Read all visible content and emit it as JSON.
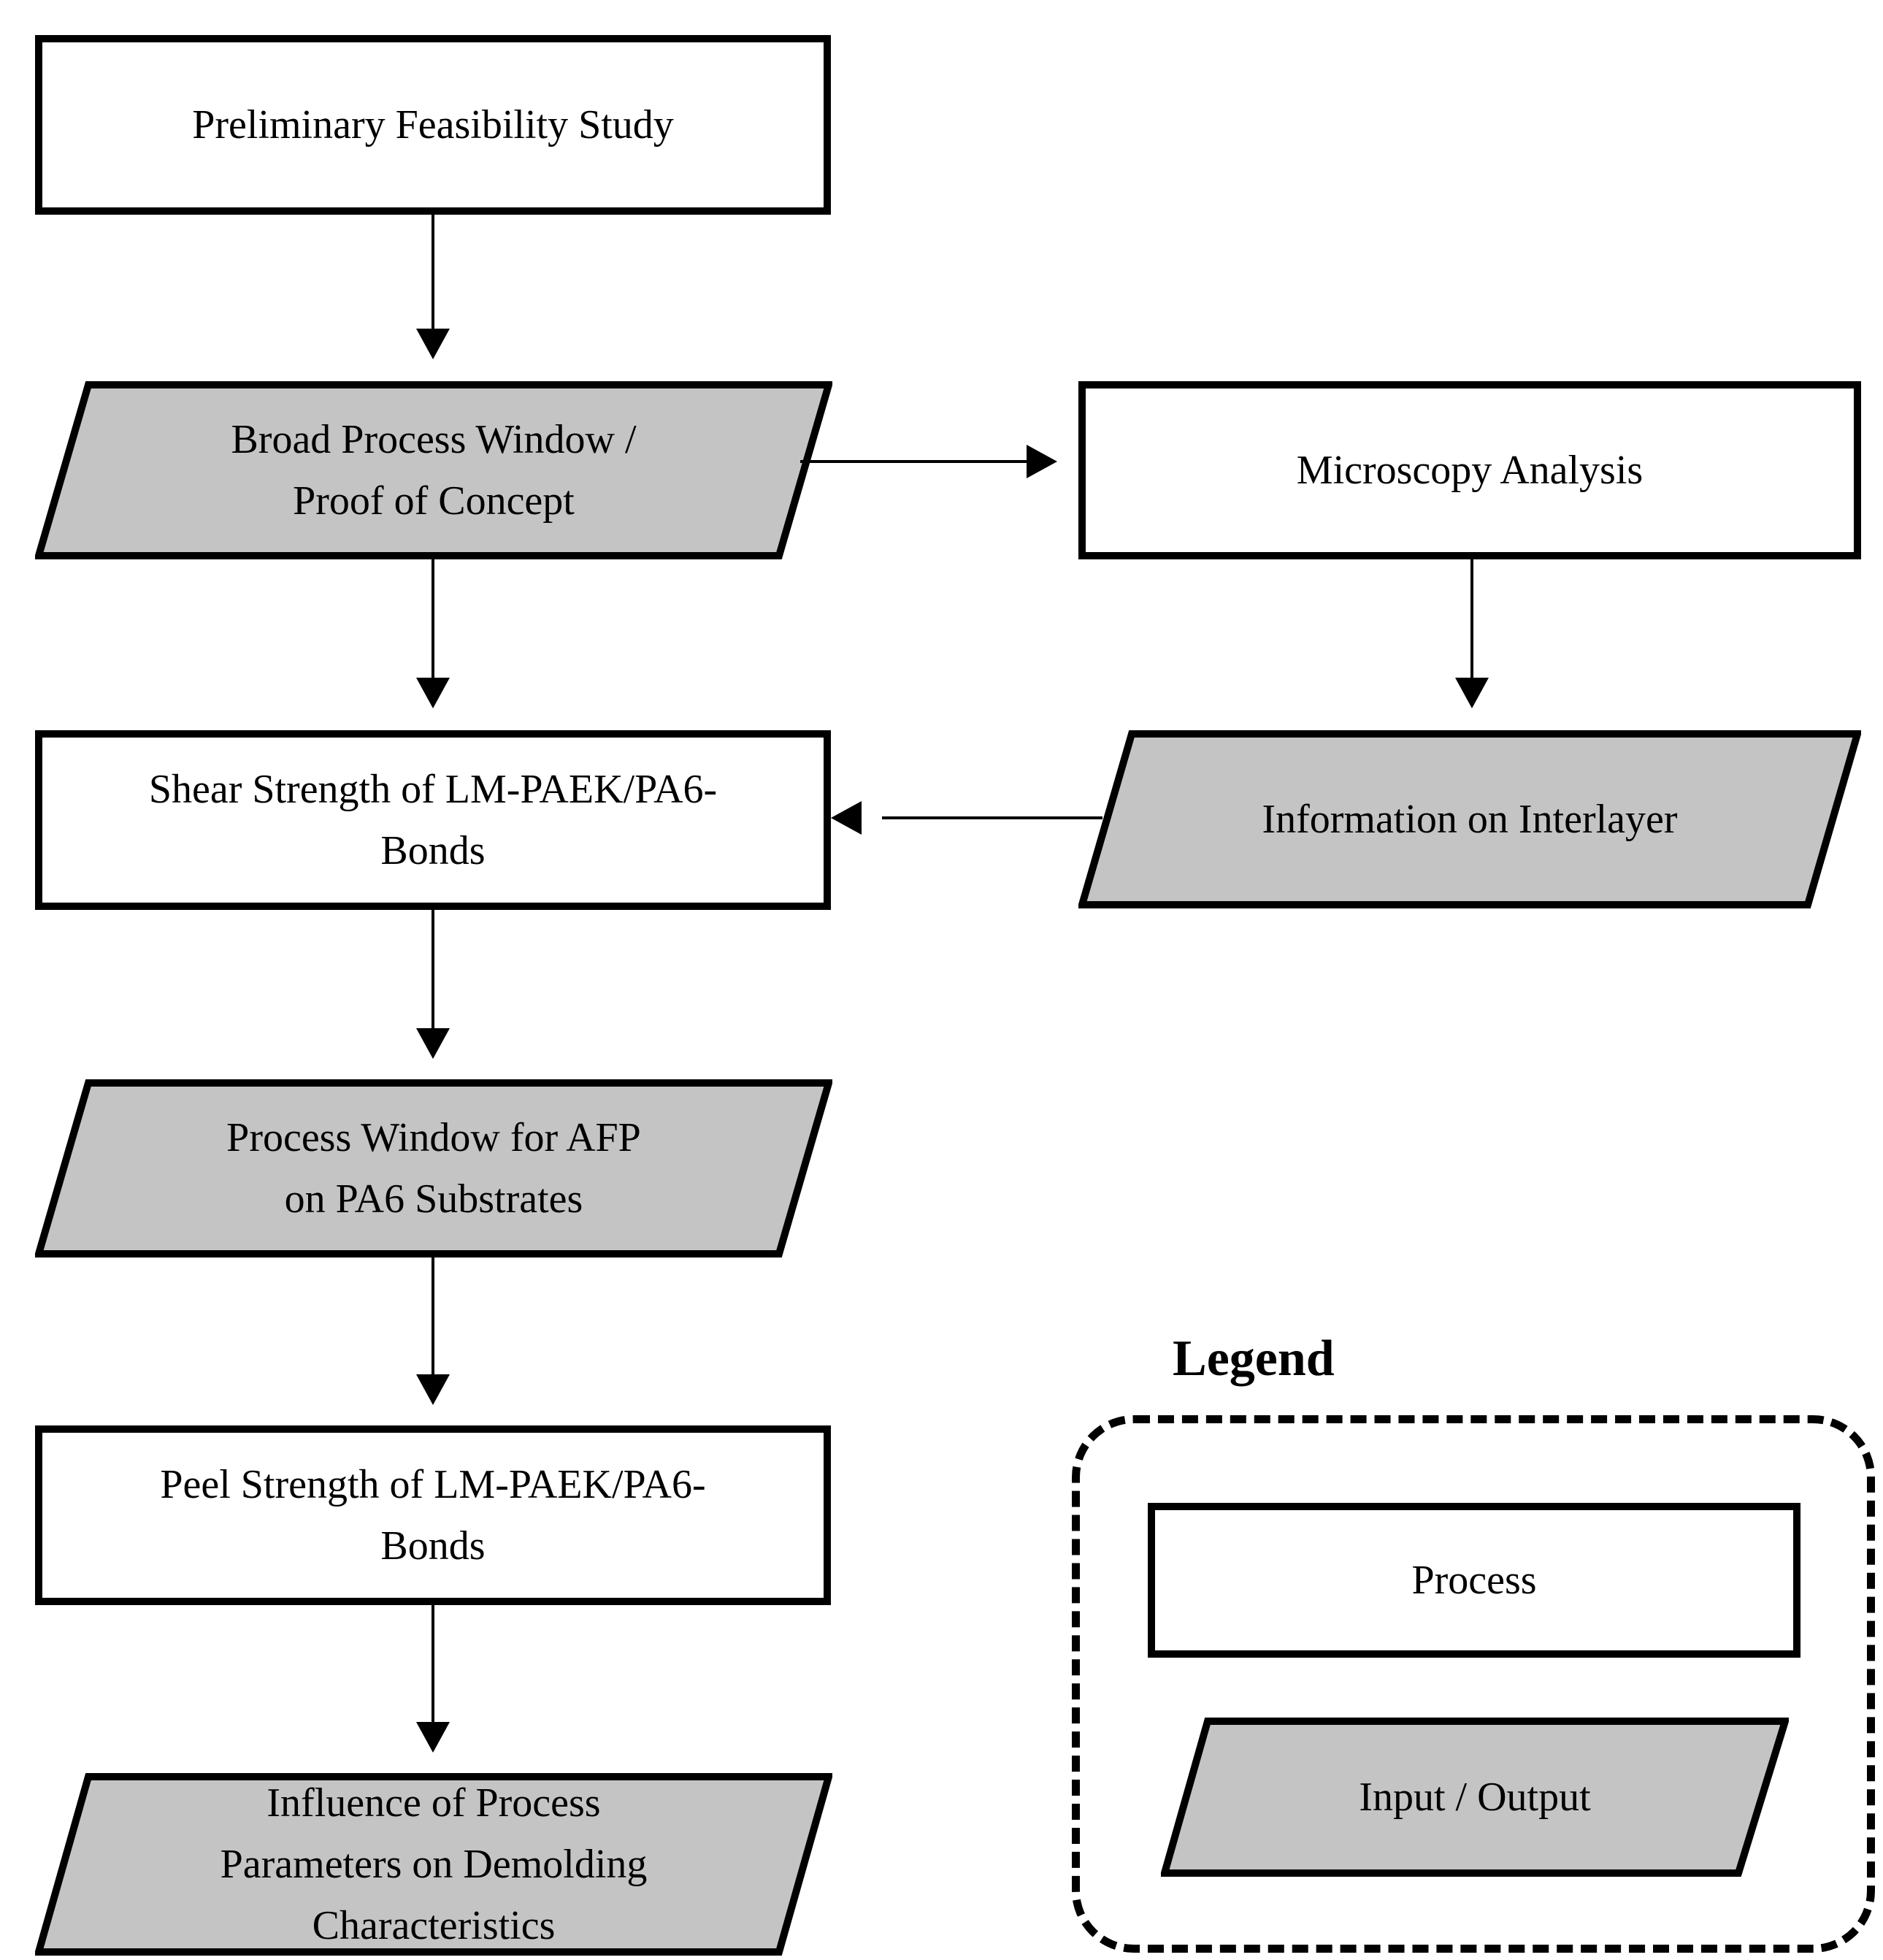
{
  "diagram": {
    "nodes": {
      "preliminary": {
        "type": "process",
        "label": "Preliminary Feasibility Study",
        "lines": [
          "Preliminary Feasibility Study"
        ]
      },
      "broad": {
        "type": "input_output",
        "label": "Broad Process Window / Proof of Concept",
        "lines": [
          "Broad Process Window /",
          "Proof of Concept"
        ]
      },
      "microscopy": {
        "type": "process",
        "label": "Microscopy Analysis",
        "lines": [
          "Microscopy Analysis"
        ]
      },
      "shear": {
        "type": "process",
        "label": "Shear Strength of LM-PAEK/PA6-Bonds",
        "lines": [
          "Shear Strength of LM-PAEK/PA6-",
          "Bonds"
        ]
      },
      "information": {
        "type": "input_output",
        "label": "Information on Interlayer",
        "lines": [
          "Information on Interlayer"
        ]
      },
      "process_window": {
        "type": "input_output",
        "label": "Process Window for AFP on PA6 Substrates",
        "lines": [
          "Process Window for AFP",
          "on PA6 Substrates"
        ]
      },
      "peel": {
        "type": "process",
        "label": "Peel Strength of LM-PAEK/PA6-Bonds",
        "lines": [
          "Peel Strength of LM-PAEK/PA6-",
          "Bonds"
        ]
      },
      "influence": {
        "type": "input_output",
        "label": "Influence of Process Parameters on Demolding Characteristics",
        "lines": [
          "Influence of Process",
          "Parameters on Demolding",
          "Characteristics"
        ]
      }
    },
    "edges": [
      {
        "from": "preliminary",
        "to": "broad"
      },
      {
        "from": "broad",
        "to": "microscopy"
      },
      {
        "from": "microscopy",
        "to": "information"
      },
      {
        "from": "information",
        "to": "shear"
      },
      {
        "from": "broad",
        "to": "shear"
      },
      {
        "from": "shear",
        "to": "process_window"
      },
      {
        "from": "process_window",
        "to": "peel"
      },
      {
        "from": "peel",
        "to": "influence"
      }
    ],
    "legend": {
      "title": "Legend",
      "items": {
        "process": {
          "label": "Process",
          "shape": "rectangle"
        },
        "io": {
          "label": "Input / Output",
          "shape": "parallelogram"
        }
      }
    },
    "colors": {
      "process_fill": "#FFFFFF",
      "input_output_fill": "#C4C4C4",
      "stroke": "#000000",
      "background": "#FFFFFF"
    }
  }
}
